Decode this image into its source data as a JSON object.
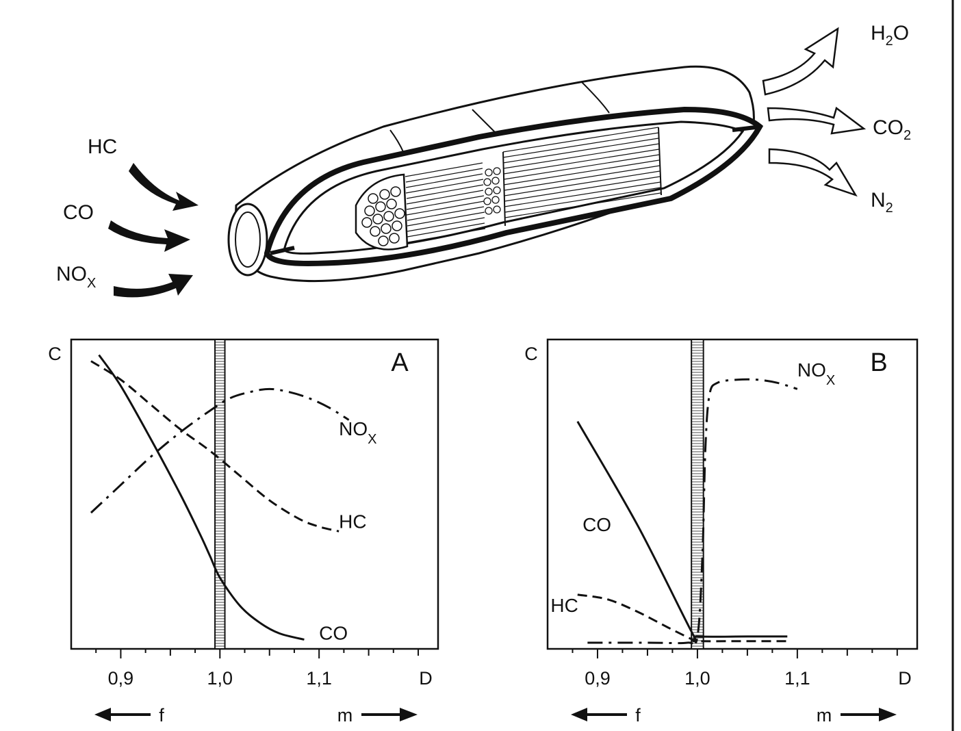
{
  "inputs": [
    {
      "base": "HC",
      "sub": ""
    },
    {
      "base": "CO",
      "sub": ""
    },
    {
      "base": "NO",
      "sub": "X"
    }
  ],
  "outputs": [
    {
      "base": "H",
      "sub": "2",
      "tail": "O"
    },
    {
      "base": "CO",
      "sub": "2",
      "tail": ""
    },
    {
      "base": "N",
      "sub": "2",
      "tail": ""
    }
  ],
  "colors": {
    "ink": "#111111",
    "paper": "#ffffff"
  },
  "chart_data": [
    {
      "type": "line",
      "panel_label": "A",
      "ylabel": "C",
      "xlabel": "D",
      "xlim": [
        0.85,
        1.22
      ],
      "ylim": [
        0,
        1.0
      ],
      "x_ticks": [
        0.9,
        1.0,
        1.1
      ],
      "x_tick_labels": [
        "0,9",
        "1,0",
        "1,1"
      ],
      "stoich_band": [
        0.995,
        1.005
      ],
      "direction_left": "f",
      "direction_right": "m",
      "grid": false,
      "series": [
        {
          "name": "CO",
          "style": "solid",
          "x": [
            0.878,
            0.9,
            0.93,
            0.96,
            0.98,
            0.99,
            1.0,
            1.02,
            1.04,
            1.06,
            1.085
          ],
          "y": [
            0.95,
            0.85,
            0.68,
            0.5,
            0.37,
            0.3,
            0.23,
            0.14,
            0.085,
            0.05,
            0.03
          ]
        },
        {
          "name": "HC",
          "style": "dashed",
          "x": [
            0.87,
            0.9,
            0.93,
            0.96,
            0.99,
            1.02,
            1.05,
            1.08,
            1.1,
            1.12
          ],
          "y": [
            0.93,
            0.87,
            0.79,
            0.71,
            0.64,
            0.56,
            0.48,
            0.42,
            0.395,
            0.38
          ]
        },
        {
          "name": "NO",
          "name_sub": "X",
          "style": "dashdot",
          "x": [
            0.87,
            0.9,
            0.93,
            0.96,
            0.99,
            1.01,
            1.03,
            1.05,
            1.07,
            1.09,
            1.11,
            1.13
          ],
          "y": [
            0.44,
            0.53,
            0.62,
            0.7,
            0.77,
            0.81,
            0.83,
            0.84,
            0.83,
            0.81,
            0.78,
            0.74
          ]
        }
      ]
    },
    {
      "type": "line",
      "panel_label": "B",
      "ylabel": "C",
      "xlabel": "D",
      "xlim": [
        0.85,
        1.22
      ],
      "ylim": [
        0,
        1.0
      ],
      "x_ticks": [
        0.9,
        1.0,
        1.1
      ],
      "x_tick_labels": [
        "0,9",
        "1,0",
        "1,1"
      ],
      "stoich_band": [
        0.994,
        1.006
      ],
      "direction_left": "f",
      "direction_right": "m",
      "grid": false,
      "series": [
        {
          "name": "CO",
          "style": "solid",
          "x": [
            0.88,
            0.94,
            0.995,
            1.0,
            1.05,
            1.09
          ],
          "y": [
            0.735,
            0.4,
            0.05,
            0.04,
            0.04,
            0.04
          ]
        },
        {
          "name": "HC",
          "style": "dashed",
          "x": [
            0.88,
            0.91,
            0.94,
            0.97,
            0.995,
            1.0,
            1.05,
            1.09
          ],
          "y": [
            0.175,
            0.16,
            0.12,
            0.07,
            0.03,
            0.025,
            0.025,
            0.025
          ]
        },
        {
          "name": "NO",
          "name_sub": "X",
          "style": "dashdot",
          "x": [
            0.89,
            0.95,
            0.99,
            1.0,
            1.005,
            1.008,
            1.012,
            1.02,
            1.04,
            1.06,
            1.08,
            1.1
          ],
          "y": [
            0.02,
            0.02,
            0.02,
            0.04,
            0.3,
            0.65,
            0.82,
            0.86,
            0.87,
            0.87,
            0.86,
            0.84
          ]
        }
      ]
    }
  ]
}
